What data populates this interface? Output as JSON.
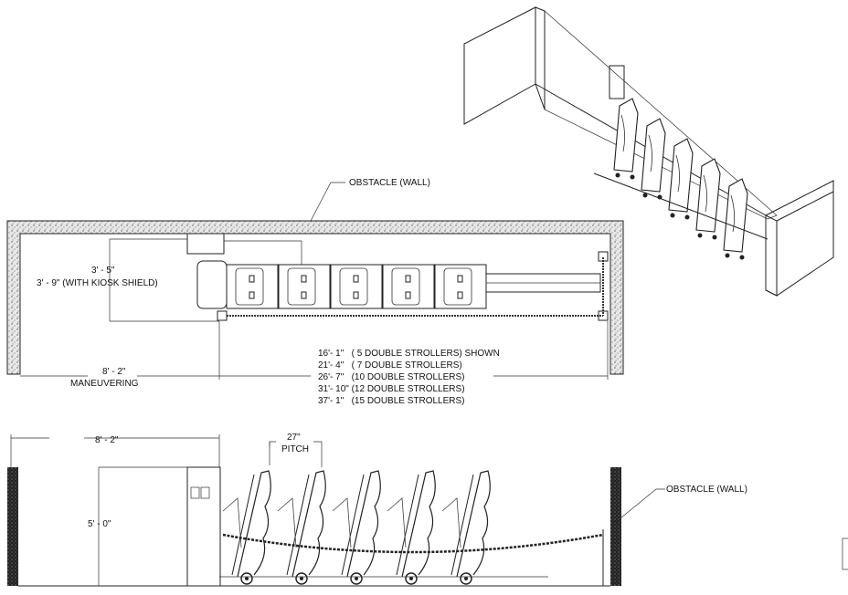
{
  "plan_view": {
    "wall_label": "OBSTACLE (WALL)",
    "depth_dim": "3' - 5\"",
    "depth_dim_kiosk": "3' - 9\" (WITH KIOSK SHIELD)",
    "maneuvering_dim": "8' - 2\"",
    "maneuvering_label": "MANEUVERING",
    "length_options": [
      "16'- 1\"   ( 5 DOUBLE STROLLERS) SHOWN",
      "21'- 4\"   ( 7 DOUBLE STROLLERS)",
      "26'- 7\"   (10 DOUBLE STROLLERS)",
      "31'- 10\" (12 DOUBLE STROLLERS)",
      "37'- 1\"   (15 DOUBLE STROLLERS)"
    ]
  },
  "elevation_view": {
    "clearance_dim": "8' - 2\"",
    "pitch_dim": "27\"",
    "pitch_label": "PITCH",
    "height_dim": "5' - 0\"",
    "wall_label": "OBSTACLE (WALL)"
  },
  "stroller_count": 5
}
